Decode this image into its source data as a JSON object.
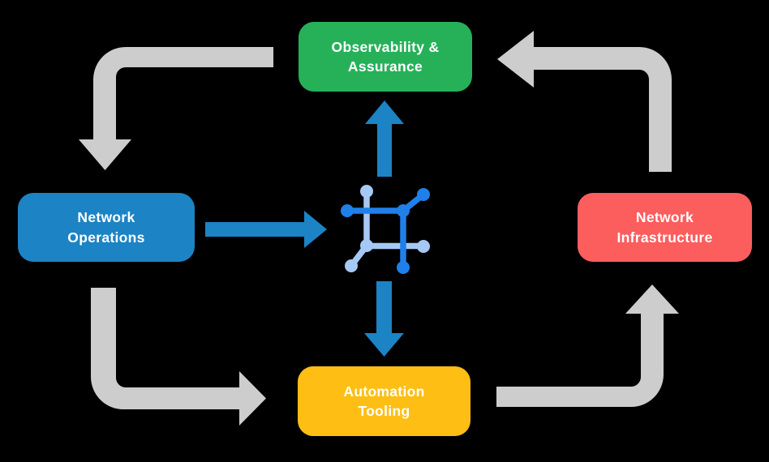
{
  "diagram": {
    "nodes": {
      "observability": {
        "label": "Observability &\nAssurance",
        "color": "#26B159"
      },
      "operations": {
        "label": "Network\nOperations",
        "color": "#1C83C4"
      },
      "infrastructure": {
        "label": "Network\nInfrastructure",
        "color": "#FC5D5D"
      },
      "automation": {
        "label": "Automation\nTooling",
        "color": "#FEBE14"
      }
    },
    "center_icon": "network-mesh-icon",
    "colors": {
      "background": "#000000",
      "cycle_arrow_gray": "#CDCDCD",
      "flow_arrow_blue": "#1C83C4",
      "icon_dark_blue": "#1F80EA",
      "icon_light_blue": "#A6C8F4",
      "label_text": "#FFFFFF"
    },
    "flows": {
      "blue": [
        {
          "from": "Network Operations",
          "to": "center icon"
        },
        {
          "from": "center icon",
          "to": "Observability & Assurance"
        },
        {
          "from": "center icon",
          "to": "Automation Tooling"
        }
      ],
      "gray_cycle": [
        {
          "from": "Observability & Assurance",
          "to": "Network Operations"
        },
        {
          "from": "Network Operations",
          "to": "Automation Tooling"
        },
        {
          "from": "Automation Tooling",
          "to": "Network Infrastructure"
        },
        {
          "from": "Network Infrastructure",
          "to": "Observability & Assurance"
        }
      ]
    }
  }
}
